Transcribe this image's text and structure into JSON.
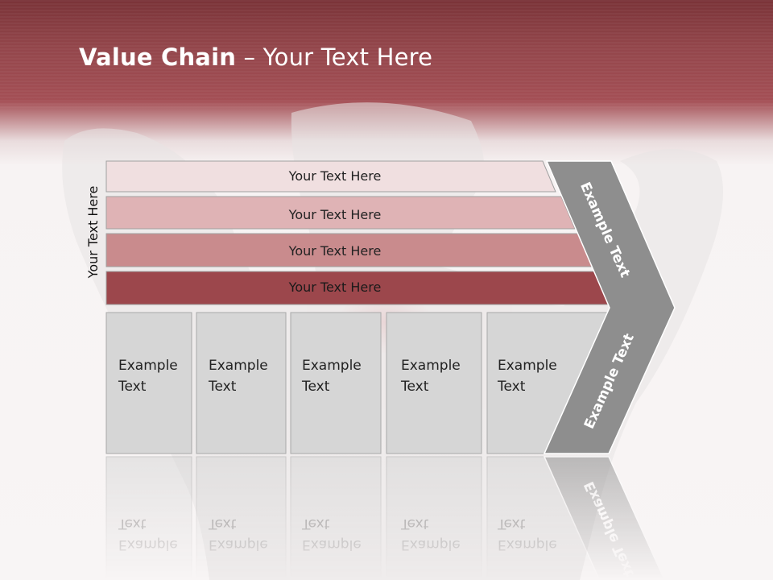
{
  "slide": {
    "title_bold": "Value Chain",
    "title_rest": " – Your Text Here"
  },
  "support_rows": [
    "Your Text Here",
    "Your Text Here",
    "Your Text Here",
    "Your Text Here"
  ],
  "side_label": "Your Text Here",
  "primary_activities": [
    [
      "Example",
      "Text"
    ],
    [
      "Example",
      "Text"
    ],
    [
      "Example",
      "Text"
    ],
    [
      "Example",
      "Text"
    ],
    [
      "Example",
      "Text"
    ]
  ],
  "arrow_upper_label": "Example Text",
  "arrow_lower_label": "Example Text",
  "colors": {
    "header": "#9b4a50",
    "row1": "#f0dfe0",
    "row2": "#dfb3b5",
    "row3": "#c98b8d",
    "row4": "#9c474c",
    "box": "#d6d6d6",
    "chevron": "#8e8e8e"
  }
}
